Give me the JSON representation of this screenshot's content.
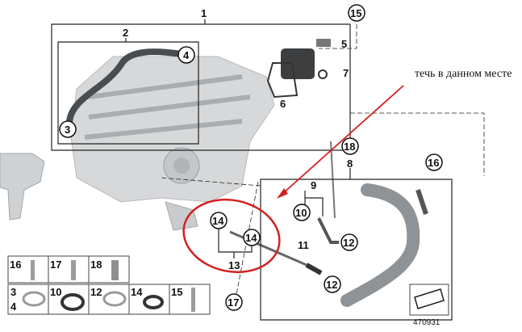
{
  "annotation": {
    "text": "течь в данном месте",
    "color": "#d42020"
  },
  "callouts": {
    "c1": "1",
    "c2": "2",
    "c3": "3",
    "c4": "4",
    "c5": "5",
    "c6": "6",
    "c7": "7",
    "c8": "8",
    "c9": "9",
    "c10": "10",
    "c11": "11",
    "c12a": "12",
    "c12b": "12",
    "c13": "13",
    "c14a": "14",
    "c14b": "14",
    "c15": "15",
    "c16": "16",
    "c17": "17",
    "c18": "18"
  },
  "legend": {
    "row1": [
      "16",
      "17",
      "18"
    ],
    "row2": [
      {
        "a": "3",
        "b": "4"
      },
      {
        "a": "10"
      },
      {
        "a": "12"
      },
      {
        "a": "14"
      },
      {
        "a": "15"
      }
    ]
  },
  "diagram_ref": "470931"
}
